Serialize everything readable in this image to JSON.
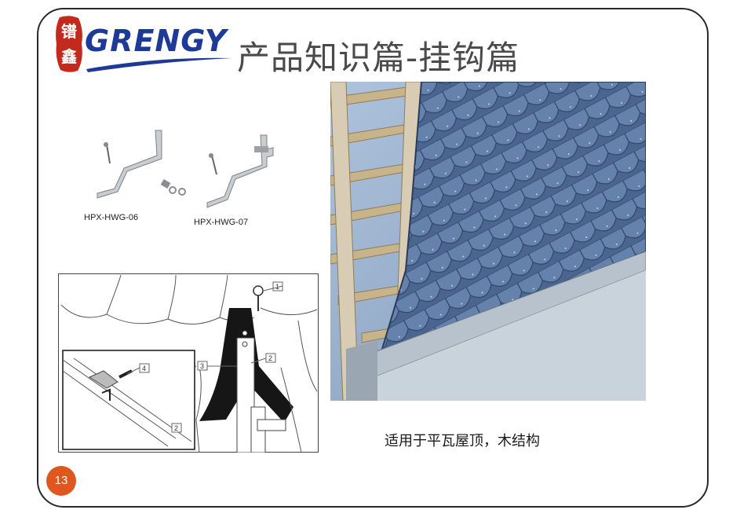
{
  "header": {
    "logo_seal_chars": [
      "镨",
      "鑫"
    ],
    "brand_name": "GRENGY",
    "title": "产品知识篇-挂钩篇"
  },
  "products": [
    {
      "model": "HPX-HWG-06"
    },
    {
      "model": "HPX-HWG-07"
    }
  ],
  "diagram": {
    "callouts": [
      "1",
      "2",
      "3",
      "4",
      "2"
    ]
  },
  "photo": {
    "caption": "适用于平瓦屋顶，木结构"
  },
  "footer": {
    "page_number": "13"
  },
  "colors": {
    "brand_blue": "#1d3a96",
    "seal_red": "#c22a1e",
    "page_badge": "#e0561f",
    "tile_slate": "#5d7aa6"
  },
  "icons": {
    "logo": "grengy-logo",
    "seal": "red-seal-icon"
  }
}
